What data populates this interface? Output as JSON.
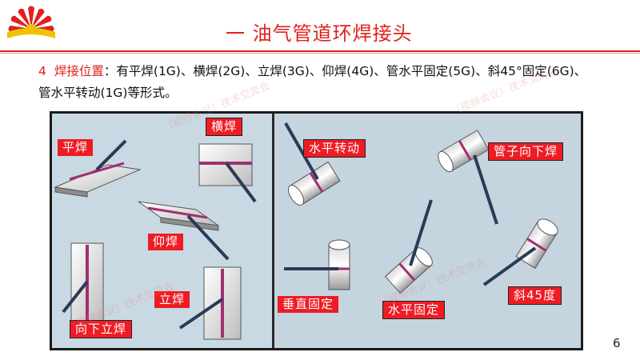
{
  "header": {
    "title": "一  油气管道环焊接头"
  },
  "content": {
    "item_number": "4",
    "item_keyword": "焊接位置",
    "item_text": "：有平焊(1G)、横焊(2G)、立焊(3G)、仰焊(4G)、管水平固定(5G)、斜45°固定(6G)、管水平转动(1G)等形式。"
  },
  "figure": {
    "labels": {
      "flat": "平焊",
      "horizontal": "横焊",
      "overhead": "仰焊",
      "vertical": "立焊",
      "vertical_down": "向下立焊",
      "pipe_rotating": "水平转动",
      "pipe_downhill": "管子向下焊",
      "pipe_vertical_fixed": "垂直固定",
      "pipe_horizontal_fixed": "水平固定",
      "pipe_45": "斜45度"
    }
  },
  "watermark": {
    "text": "（视频会议）技术交流会"
  },
  "footer": {
    "page_number": "6"
  },
  "colors": {
    "accent": "#e2211c",
    "panel_bg": "#c8d8e2",
    "label_bg": "#ee1c24",
    "weld": "#a03070"
  }
}
